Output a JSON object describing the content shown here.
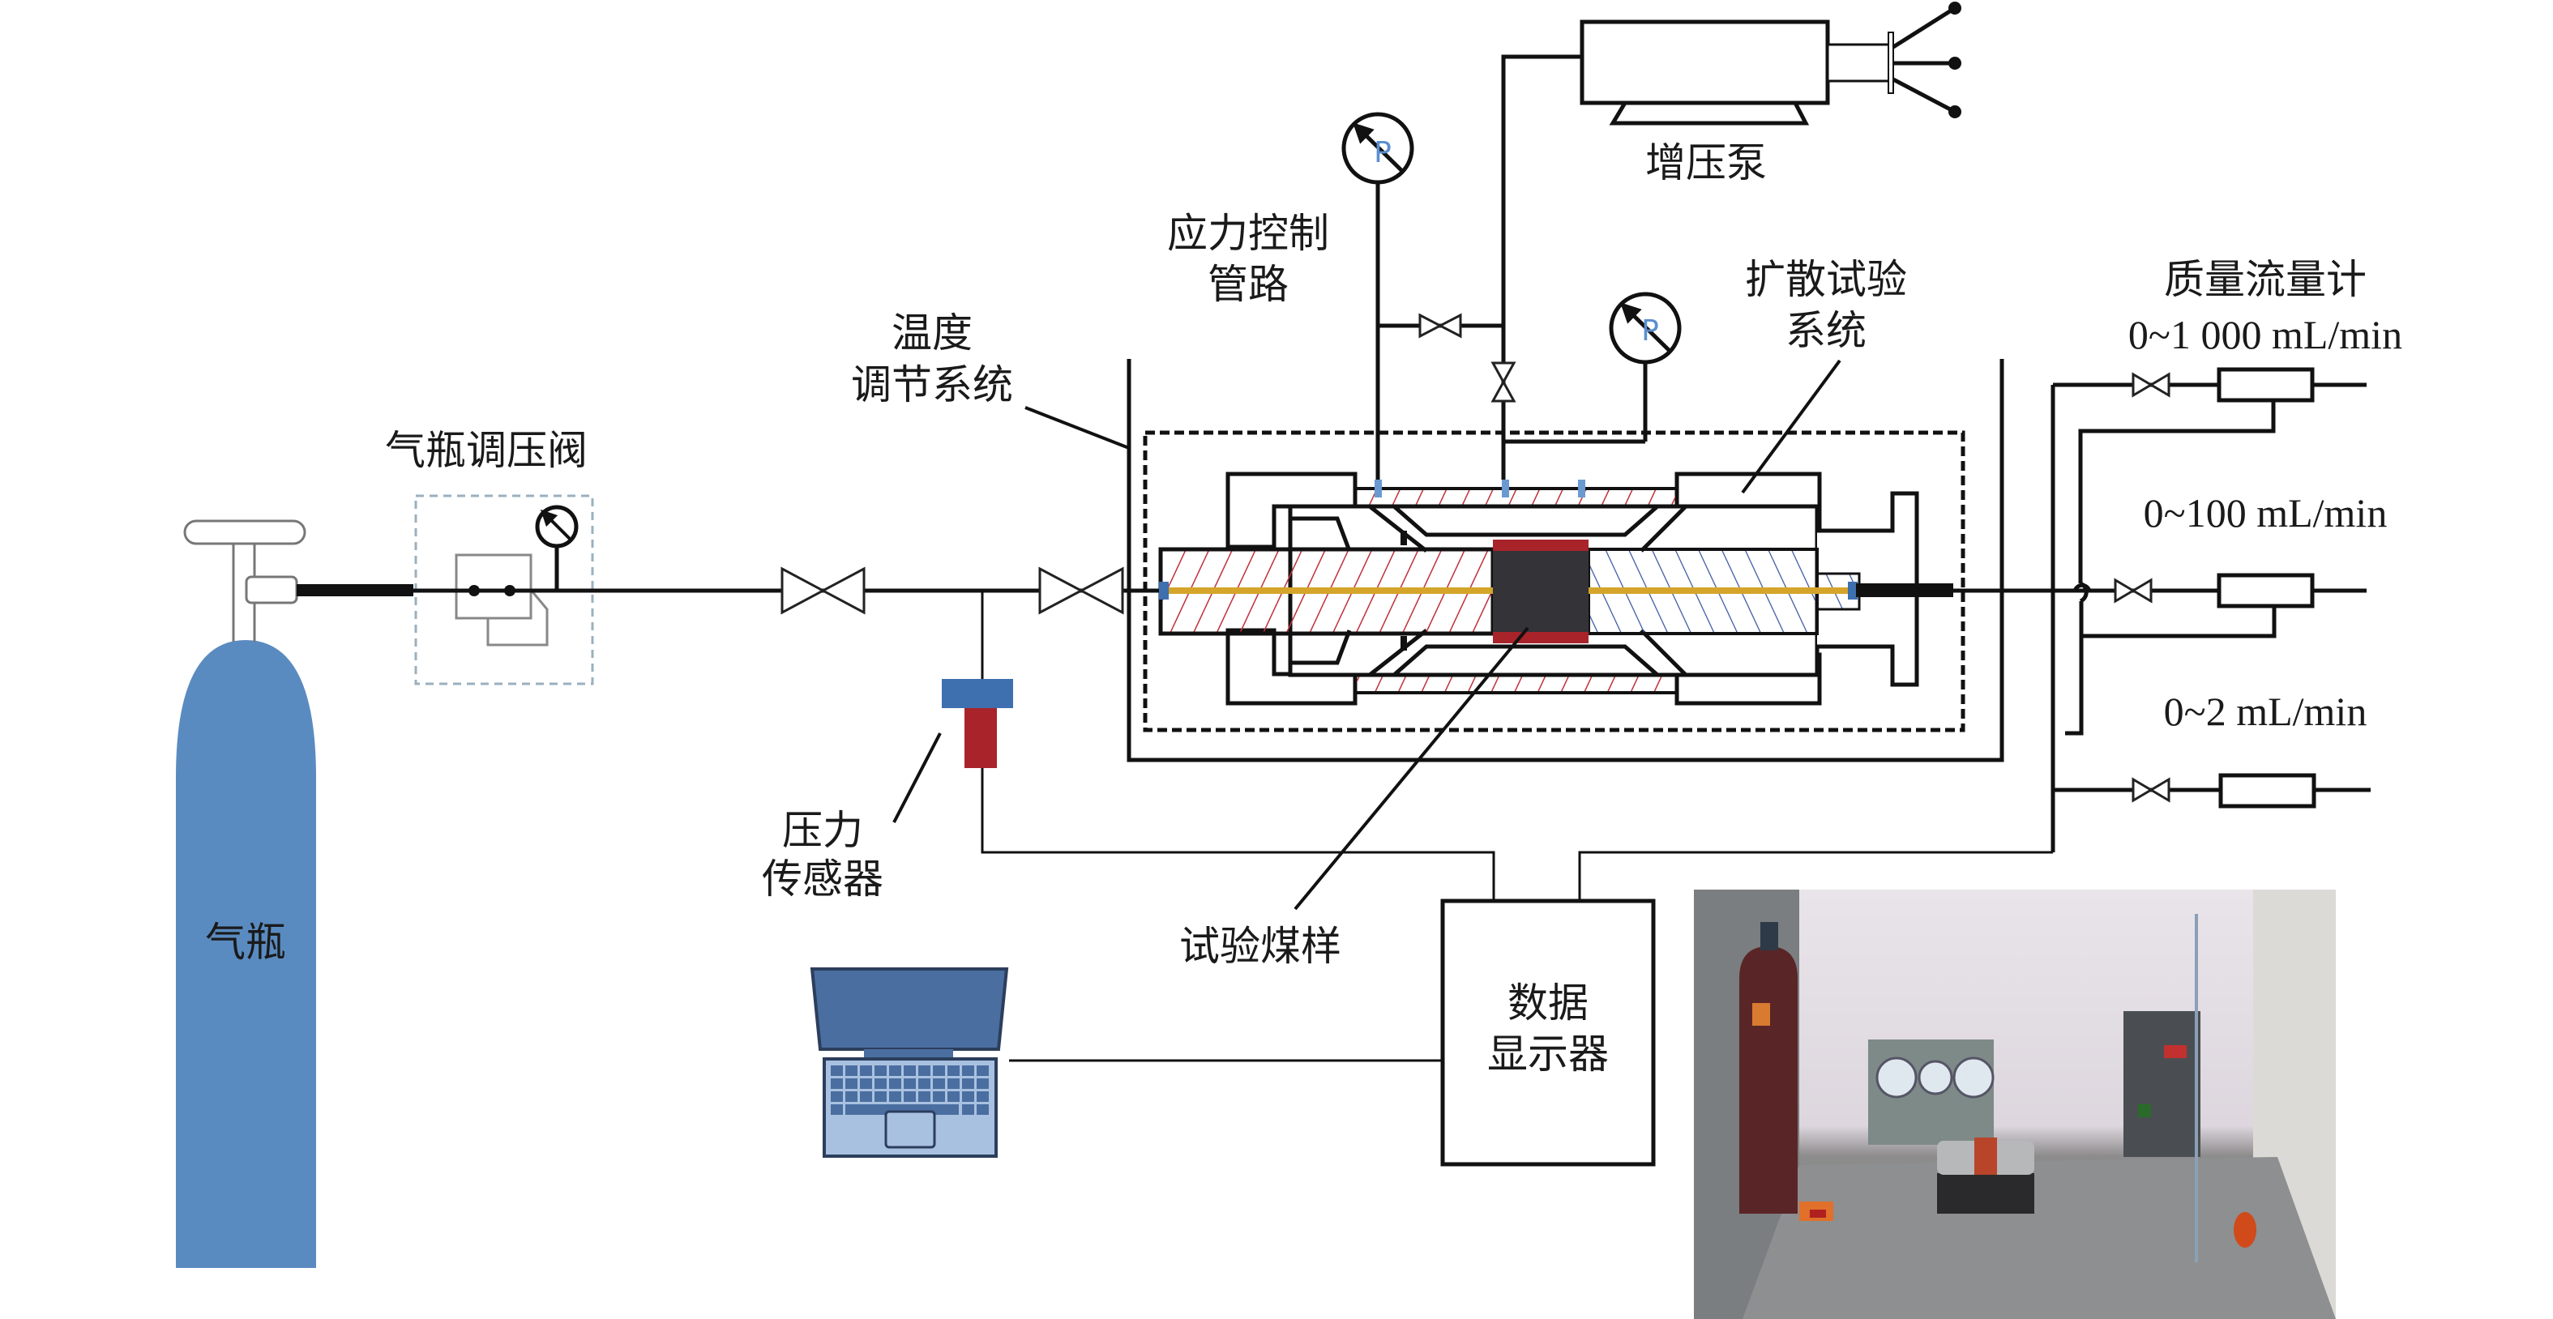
{
  "figure": {
    "type": "experimental apparatus schematic",
    "labels": {
      "gas_cylinder": "气瓶",
      "regulator": "气瓶调压阀",
      "pressure_sensor_line1": "压力",
      "pressure_sensor_line2": "传感器",
      "temperature_line1": "温度",
      "temperature_line2": "调节系统",
      "stress_line1": "应力控制",
      "stress_line2": "管路",
      "booster_pump": "增压泵",
      "diffusion_line1": "扩散试验",
      "diffusion_line2": "系统",
      "flowmeter_title": "质量流量计",
      "flow_range_1": "0~1 000 mL/min",
      "flow_range_2": "0~100 mL/min",
      "flow_range_3": "0~2 mL/min",
      "coal_sample": "试验煤样",
      "display_line1": "数据",
      "display_line2": "显示器",
      "gauge_letter": "P"
    },
    "colors": {
      "cylinder": "#5a8bc0",
      "sensor_top": "#3e6fae",
      "sensor_body": "#a8232a",
      "hatch_inlet": "#c0303a",
      "hatch_outlet": "#3a55a0",
      "sample": "#333338",
      "sample_ring": "#a8232a",
      "tube": "#d4a52a",
      "laptop": "#4a6ea0",
      "laptop_body": "#a9c1e0",
      "regulator_frame": "#9ab0bf"
    },
    "photo": {
      "description": "photograph of the laboratory test bench with gas cylinder, gauge panel, core holder and controller"
    }
  }
}
